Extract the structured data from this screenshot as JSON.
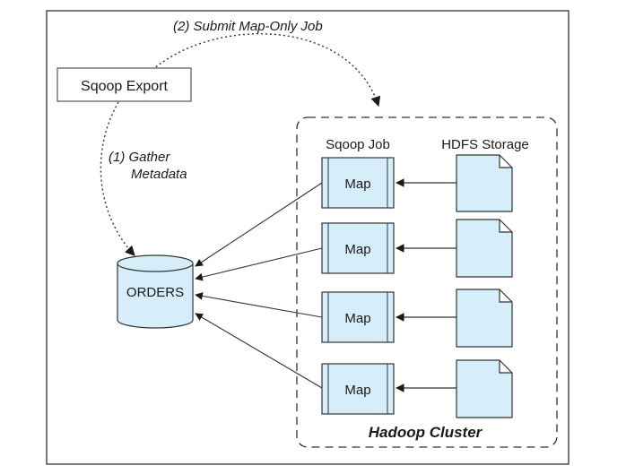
{
  "nodes": {
    "sqoop_export": "Sqoop Export",
    "orders": "ORDERS",
    "map_label": "Map"
  },
  "headers": {
    "sqoop_job": "Sqoop Job",
    "hdfs_storage": "HDFS Storage"
  },
  "edges": {
    "gather_line1": "(1) Gather",
    "gather_line2": "Metadata",
    "submit": "(2) Submit Map-Only Job"
  },
  "cluster": {
    "label": "Hadoop Cluster"
  },
  "colors": {
    "box_fill": "#d5eefa",
    "stroke": "#333333",
    "frame": "#222222",
    "text": "#1a1a1a"
  }
}
